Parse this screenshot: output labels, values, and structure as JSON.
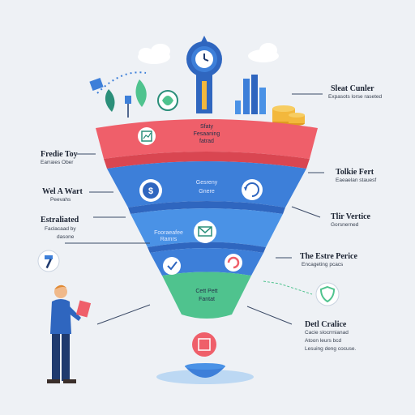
{
  "colors": {
    "background": "#eef1f5",
    "red": "#ef5f6a",
    "red_dark": "#d94651",
    "blue": "#3d7fd9",
    "blue_dark": "#2f66bf",
    "blue_light": "#4a92e6",
    "green": "#4fc38e",
    "navy": "#1f3a6e"
  },
  "funnel": {
    "top_title": "Sfaty",
    "top_line2": "Fesaaning",
    "top_line3": "fatrad",
    "mid_title": "Gesreny",
    "mid_line2": "Gnere",
    "band3_line1": "Fooraeafee",
    "band3_line2": "Ramrs",
    "bottom_title": "Cett Pett",
    "bottom_line2": "Fantat"
  },
  "labels_left": [
    {
      "title": "Fredie Toy",
      "sub": "Earraies Ober"
    },
    {
      "title": "Wel A Wart",
      "sub": "Peevahs"
    },
    {
      "title": "Estraliated",
      "sub": "Faclacaad by"
    },
    {
      "title": "",
      "sub": "dasone"
    }
  ],
  "labels_right": [
    {
      "title": "Sleat Cunler",
      "sub": "Expasots lorse raseted"
    },
    {
      "title": "Tolkie Fert",
      "sub": "Eaeaelan stauesf"
    },
    {
      "title": "Tlir Vertice",
      "sub": "Gorsnerned"
    },
    {
      "title": "The Estre Perice",
      "sub": "Encageting pcacs"
    },
    {
      "title": "Detl Cralice",
      "sub": "Cacie slocrrnianad",
      "sub2": "Atoon leurs bcd",
      "sub3": "Lesuing deng cocuse."
    }
  ],
  "icons": [
    "gear-clock-icon",
    "book-icon",
    "leaf-icon",
    "globe-icon",
    "bar-chart-icon",
    "coins-icon",
    "cloud-icon",
    "chart-doc-icon",
    "dollar-icon",
    "refresh-icon",
    "email-icon",
    "check-icon",
    "shield-icon",
    "hammer-icon",
    "sync-icon",
    "person-figure",
    "bowl-icon"
  ]
}
